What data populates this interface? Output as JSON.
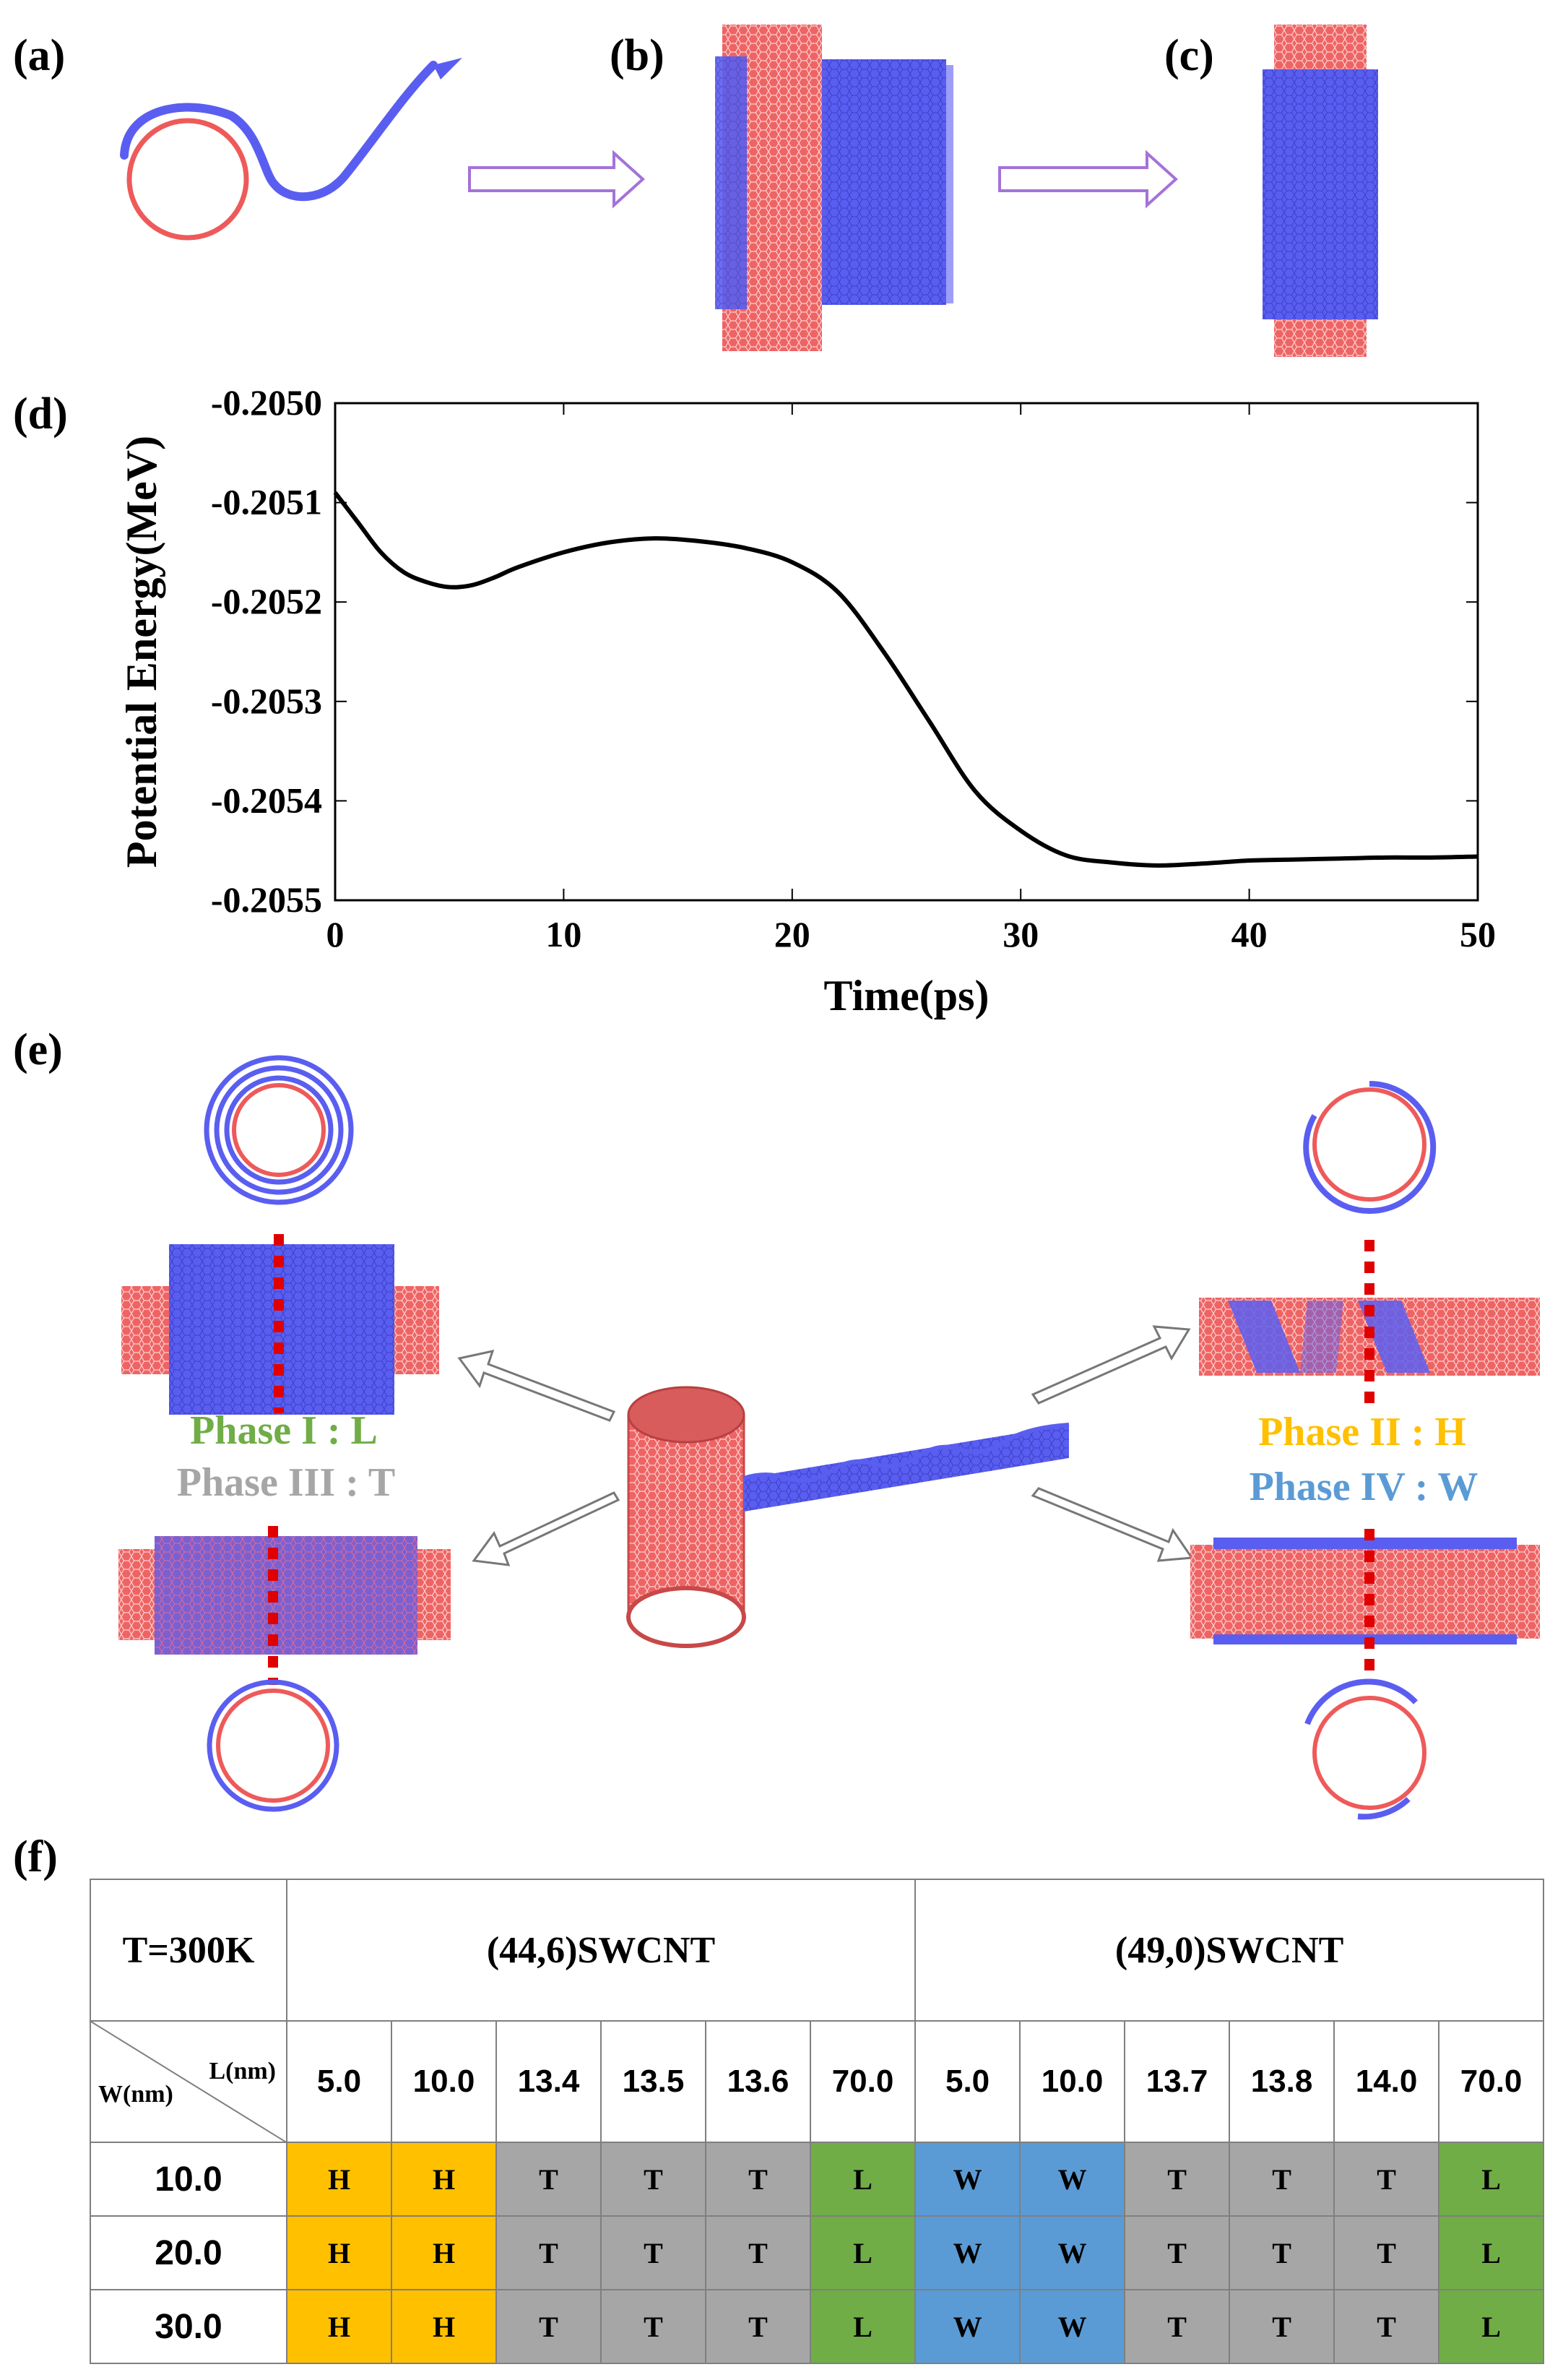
{
  "panel_labels": [
    "(a)",
    "(b)",
    "(c)",
    "(d)",
    "(e)",
    "(f)"
  ],
  "colors": {
    "graphene": "#5a5ef0",
    "nanotube": "#ee5a5a",
    "arrow_outline": "#a472d8",
    "phase_L": "#70ad47",
    "phase_H": "#ffc000",
    "phase_T": "#a6a6a6",
    "phase_W": "#5b9bd5"
  },
  "chart_data": {
    "type": "line",
    "xlabel": "Time(ps)",
    "ylabel": "Potential Energy(MeV)",
    "xlim": [
      0,
      50
    ],
    "ylim": [
      -0.2055,
      -0.205
    ],
    "xticks": [
      0,
      10,
      20,
      30,
      40,
      50
    ],
    "xtick_labels": [
      "0",
      "10",
      "20",
      "30",
      "40",
      "50"
    ],
    "yticks": [
      -0.2055,
      -0.2054,
      -0.2053,
      -0.2052,
      -0.2051,
      -0.205
    ],
    "ytick_labels": [
      "-0.2055",
      "-0.2054",
      "-0.2053",
      "-0.2052",
      "-0.2051",
      "-0.2050"
    ],
    "grid": false,
    "series": [
      {
        "x": [
          0,
          1,
          2,
          3,
          4,
          5,
          6,
          7,
          8,
          10,
          12,
          14,
          16,
          18,
          20,
          22,
          24,
          26,
          28,
          30,
          32,
          34,
          36,
          38,
          40,
          42,
          44,
          46,
          48,
          50
        ],
        "y": [
          -0.20509,
          -0.20512,
          -0.20515,
          -0.20517,
          -0.20518,
          -0.205185,
          -0.205183,
          -0.205175,
          -0.205165,
          -0.20515,
          -0.20514,
          -0.205136,
          -0.205139,
          -0.205146,
          -0.20516,
          -0.20519,
          -0.20525,
          -0.20532,
          -0.20539,
          -0.20543,
          -0.205455,
          -0.205462,
          -0.205465,
          -0.205463,
          -0.20546,
          -0.205459,
          -0.205458,
          -0.205457,
          -0.205457,
          -0.205456
        ]
      }
    ]
  },
  "phases": {
    "phase1": "Phase I : L",
    "phase2": "Phase II : H",
    "phase3": "Phase III : T",
    "phase4": "Phase IV : W"
  },
  "table": {
    "temperature": "T=300K",
    "group1": "(44,6)SWCNT",
    "group2": "(49,0)SWCNT",
    "col_axis": "L(nm)",
    "row_axis": "W(nm)",
    "lengths": [
      "5.0",
      "10.0",
      "13.4",
      "13.5",
      "13.6",
      "70.0",
      "5.0",
      "10.0",
      "13.7",
      "13.8",
      "14.0",
      "70.0"
    ],
    "rows": [
      {
        "w": "10.0",
        "cells": [
          "H",
          "H",
          "T",
          "T",
          "T",
          "L",
          "W",
          "W",
          "T",
          "T",
          "T",
          "L"
        ]
      },
      {
        "w": "20.0",
        "cells": [
          "H",
          "H",
          "T",
          "T",
          "T",
          "L",
          "W",
          "W",
          "T",
          "T",
          "T",
          "L"
        ]
      },
      {
        "w": "30.0",
        "cells": [
          "H",
          "H",
          "T",
          "T",
          "T",
          "L",
          "W",
          "W",
          "T",
          "T",
          "T",
          "L"
        ]
      }
    ]
  }
}
